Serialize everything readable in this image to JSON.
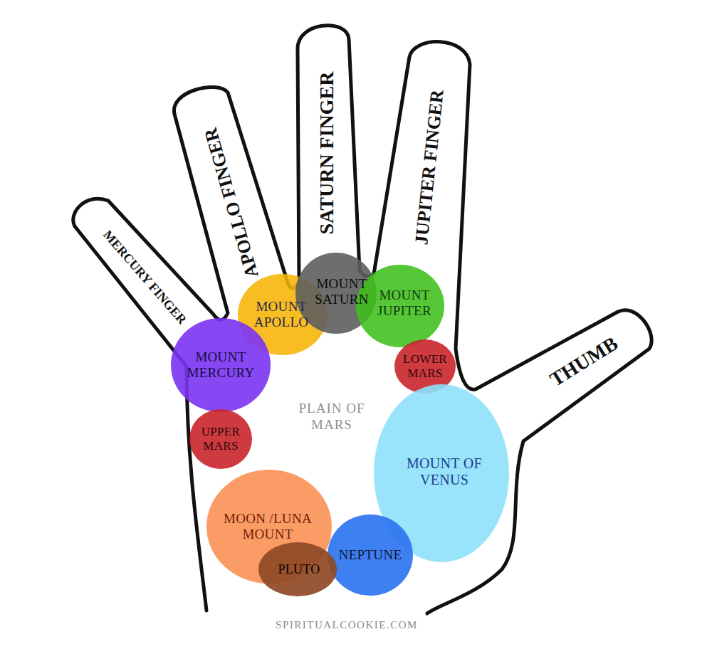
{
  "diagram": {
    "nodes": [
      {
        "text": [
          "MOUNT APOLLO"
        ]
      },
      {
        "text": [
          "MOUNT SATURN"
        ]
      },
      {
        "text": [
          "MOUNT JUPITER"
        ]
      },
      {
        "text": [
          "MOUNT MERCURY"
        ]
      },
      {
        "text": [
          "LOWER MARS"
        ]
      },
      {
        "text": [
          "UPPER MARS"
        ]
      },
      {
        "text": [
          "MOUNT OF VENUS"
        ]
      },
      {
        "text": [
          "MOON /LUNA MOUNT"
        ]
      },
      {
        "text": [
          "NEPTUNE"
        ]
      },
      {
        "text": [
          "PLUTO"
        ]
      }
    ],
    "labels": [
      "MERCURY FINGER",
      "APOLLO FINGER",
      "SATURN FINGER",
      "JUPITER FINGER",
      "THUMB",
      "PLAIN OF MARS",
      "SPIRITUALCOOKIE.COM"
    ]
  }
}
